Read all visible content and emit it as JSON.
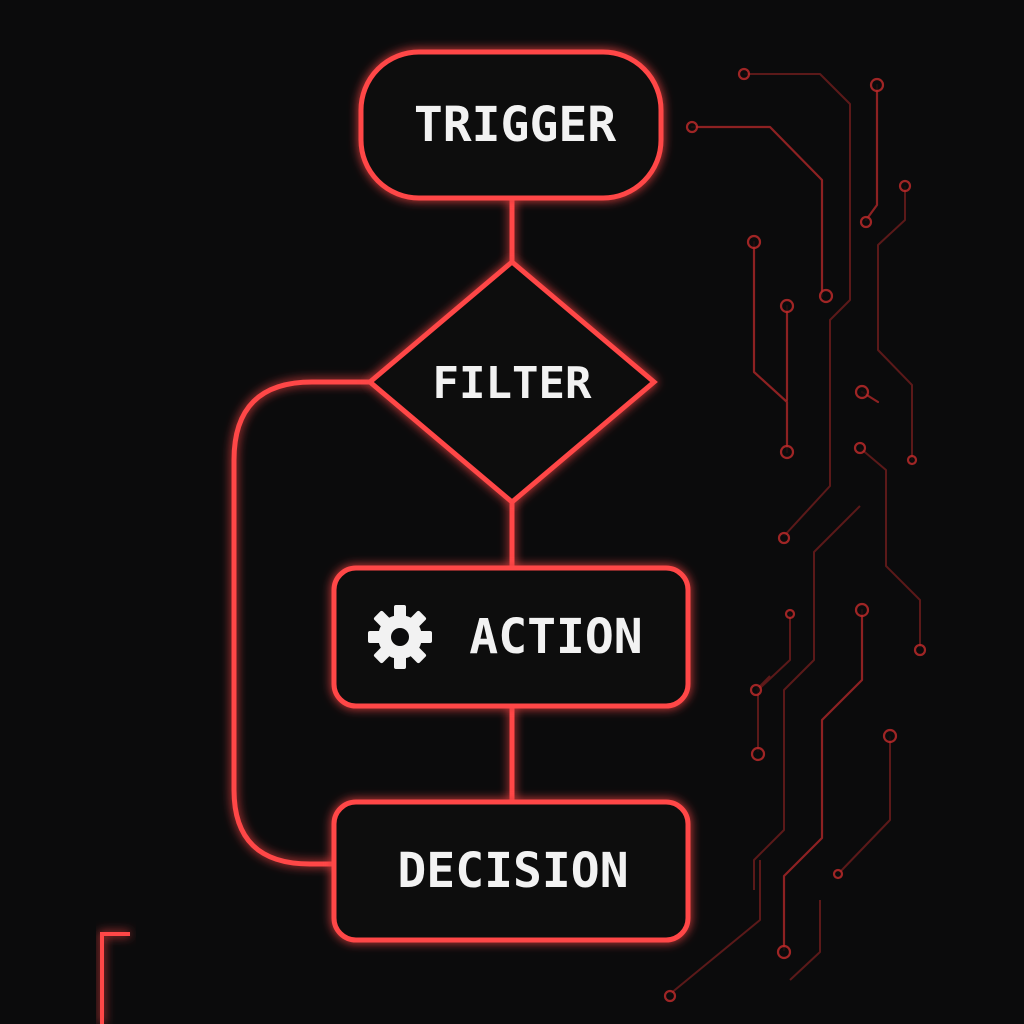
{
  "diagram": {
    "nodes": {
      "trigger": {
        "label": "TRIGGER",
        "shape": "rounded-pill"
      },
      "filter": {
        "label": "FILTER",
        "shape": "diamond"
      },
      "action": {
        "label": "ACTION",
        "shape": "rounded-rect",
        "icon": "gear-icon"
      },
      "decision": {
        "label": "DECISION",
        "shape": "rounded-rect"
      }
    },
    "edges": [
      {
        "from": "trigger",
        "to": "filter"
      },
      {
        "from": "filter",
        "to": "action"
      },
      {
        "from": "action",
        "to": "decision"
      },
      {
        "from": "decision",
        "to": "filter",
        "style": "loop-back"
      }
    ],
    "decorations": [
      "circuit-traces",
      "corner-bracket"
    ]
  },
  "colors": {
    "background": "#0b0b0c",
    "accent": "#ff4646",
    "trace": "#b92a2a",
    "text": "#f2f2f2"
  }
}
